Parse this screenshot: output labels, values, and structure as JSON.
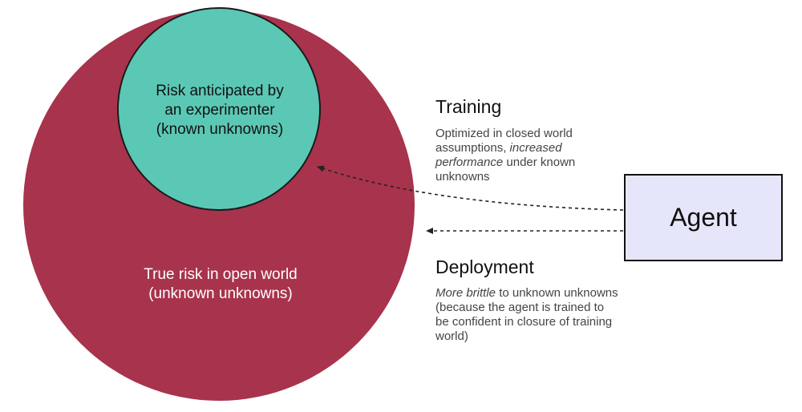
{
  "colors": {
    "outer_circle": "#a8334c",
    "inner_circle": "#5bc8b5",
    "agent_box": "#e6e6fa",
    "arrow": "#222222"
  },
  "outer_circle": {
    "line1": "True risk in open world",
    "line2": "(unknown unknowns)"
  },
  "inner_circle": {
    "line1": "Risk anticipated by",
    "line2": "an experimenter",
    "line3": "(known unknowns)"
  },
  "training": {
    "title": "Training",
    "desc_part1": "Optimized in closed world assumptions, ",
    "desc_italic": "increased performance",
    "desc_part2": " under known unknowns"
  },
  "deployment": {
    "title": "Deployment",
    "desc_italic": "More brittle",
    "desc_part2": " to unknown unknowns (because the agent is trained to be confident in closure of training world)"
  },
  "agent": {
    "label": "Agent"
  }
}
